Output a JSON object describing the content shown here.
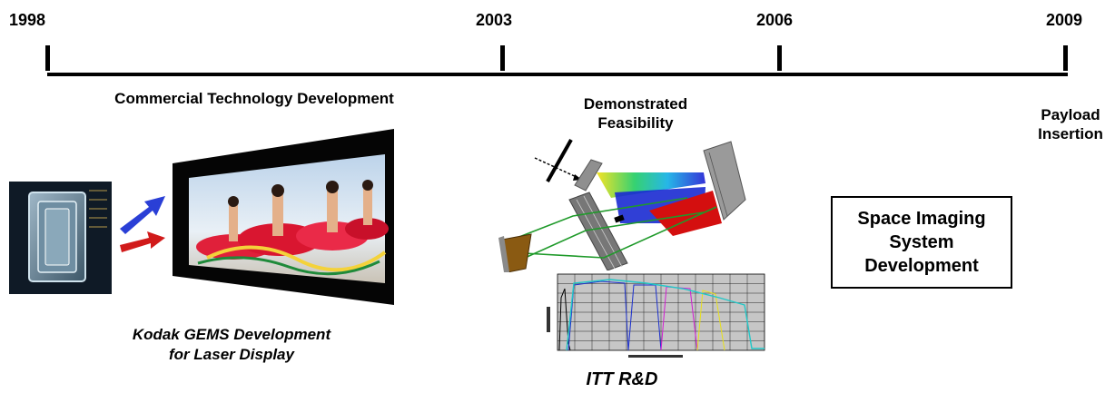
{
  "timeline": {
    "years": [
      "1998",
      "2003",
      "2006",
      "2009"
    ]
  },
  "labels": {
    "commercial": "Commercial Technology Development",
    "demonstrated": "Demonstrated Feasibility",
    "payload": "Payload Insertion",
    "space_box": "Space Imaging System Development",
    "kodak_line1": "Kodak GEMS Development",
    "kodak_line2": "for Laser Display",
    "itt": "ITT R&D"
  },
  "colors": {
    "arrow_blue": "#2a3fd6",
    "arrow_red": "#d11a1a",
    "prism_brown": "#8a5a12",
    "spectrum_lines": [
      "#000000",
      "#1b2fcc",
      "#1b2fcc",
      "#d21cd2",
      "#e8e01a",
      "#22c7c7"
    ]
  }
}
